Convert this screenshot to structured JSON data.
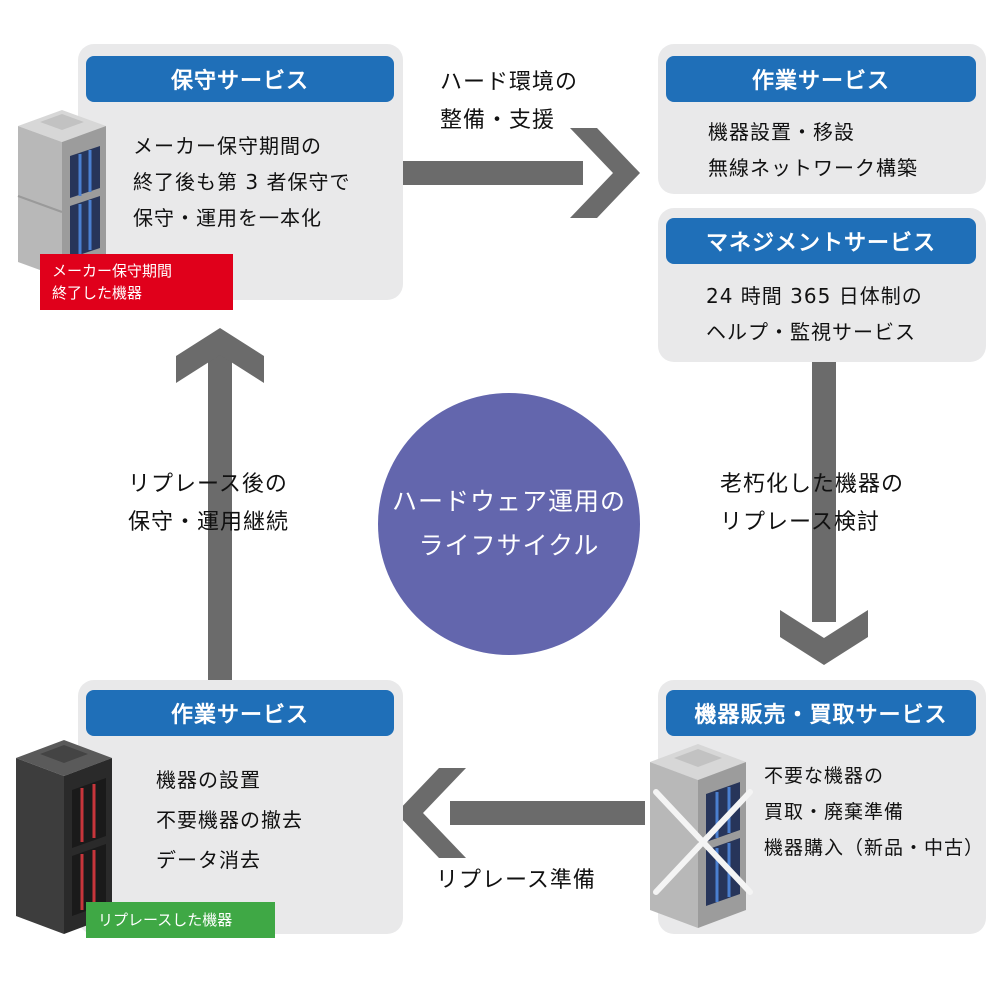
{
  "center": {
    "title_line1": "ハードウェア運用の",
    "title_line2": "ライフサイクル"
  },
  "panels": {
    "maintenance": {
      "header": "保守サービス",
      "lines": [
        "メーカー保守期間の",
        "終了後も第 3 者保守で",
        "保守・運用を一本化"
      ],
      "badge_lines": [
        "メーカー保守期間",
        "終了した機器"
      ]
    },
    "work_top": {
      "header": "作業サービス",
      "lines": [
        "機器設置・移設",
        "無線ネットワーク構築"
      ]
    },
    "management": {
      "header": "マネジメントサービス",
      "lines": [
        "24 時間 365 日体制の",
        "ヘルプ・監視サービス"
      ]
    },
    "sales": {
      "header": "機器販売・買取サービス",
      "lines": [
        "不要な機器の",
        "買取・廃棄準備",
        "機器購入（新品・中古）"
      ]
    },
    "work_bottom": {
      "header": "作業サービス",
      "lines": [
        "機器の設置",
        "不要機器の撤去",
        "データ消去"
      ],
      "badge": "リプレースした機器"
    }
  },
  "arrow_labels": {
    "top": [
      "ハード環境の",
      "整備・支援"
    ],
    "right": [
      "老朽化した機器の",
      "リプレース検討"
    ],
    "bottom": "リプレース準備",
    "left": [
      "リプレース後の",
      "保守・運用継続"
    ]
  },
  "colors": {
    "header_blue": "#1f6fb8",
    "panel_gray": "#e9e9ea",
    "circle_purple": "#6366ad",
    "arrow_gray": "#6b6b6b",
    "badge_red": "#e0001b",
    "badge_green": "#3fa845"
  }
}
